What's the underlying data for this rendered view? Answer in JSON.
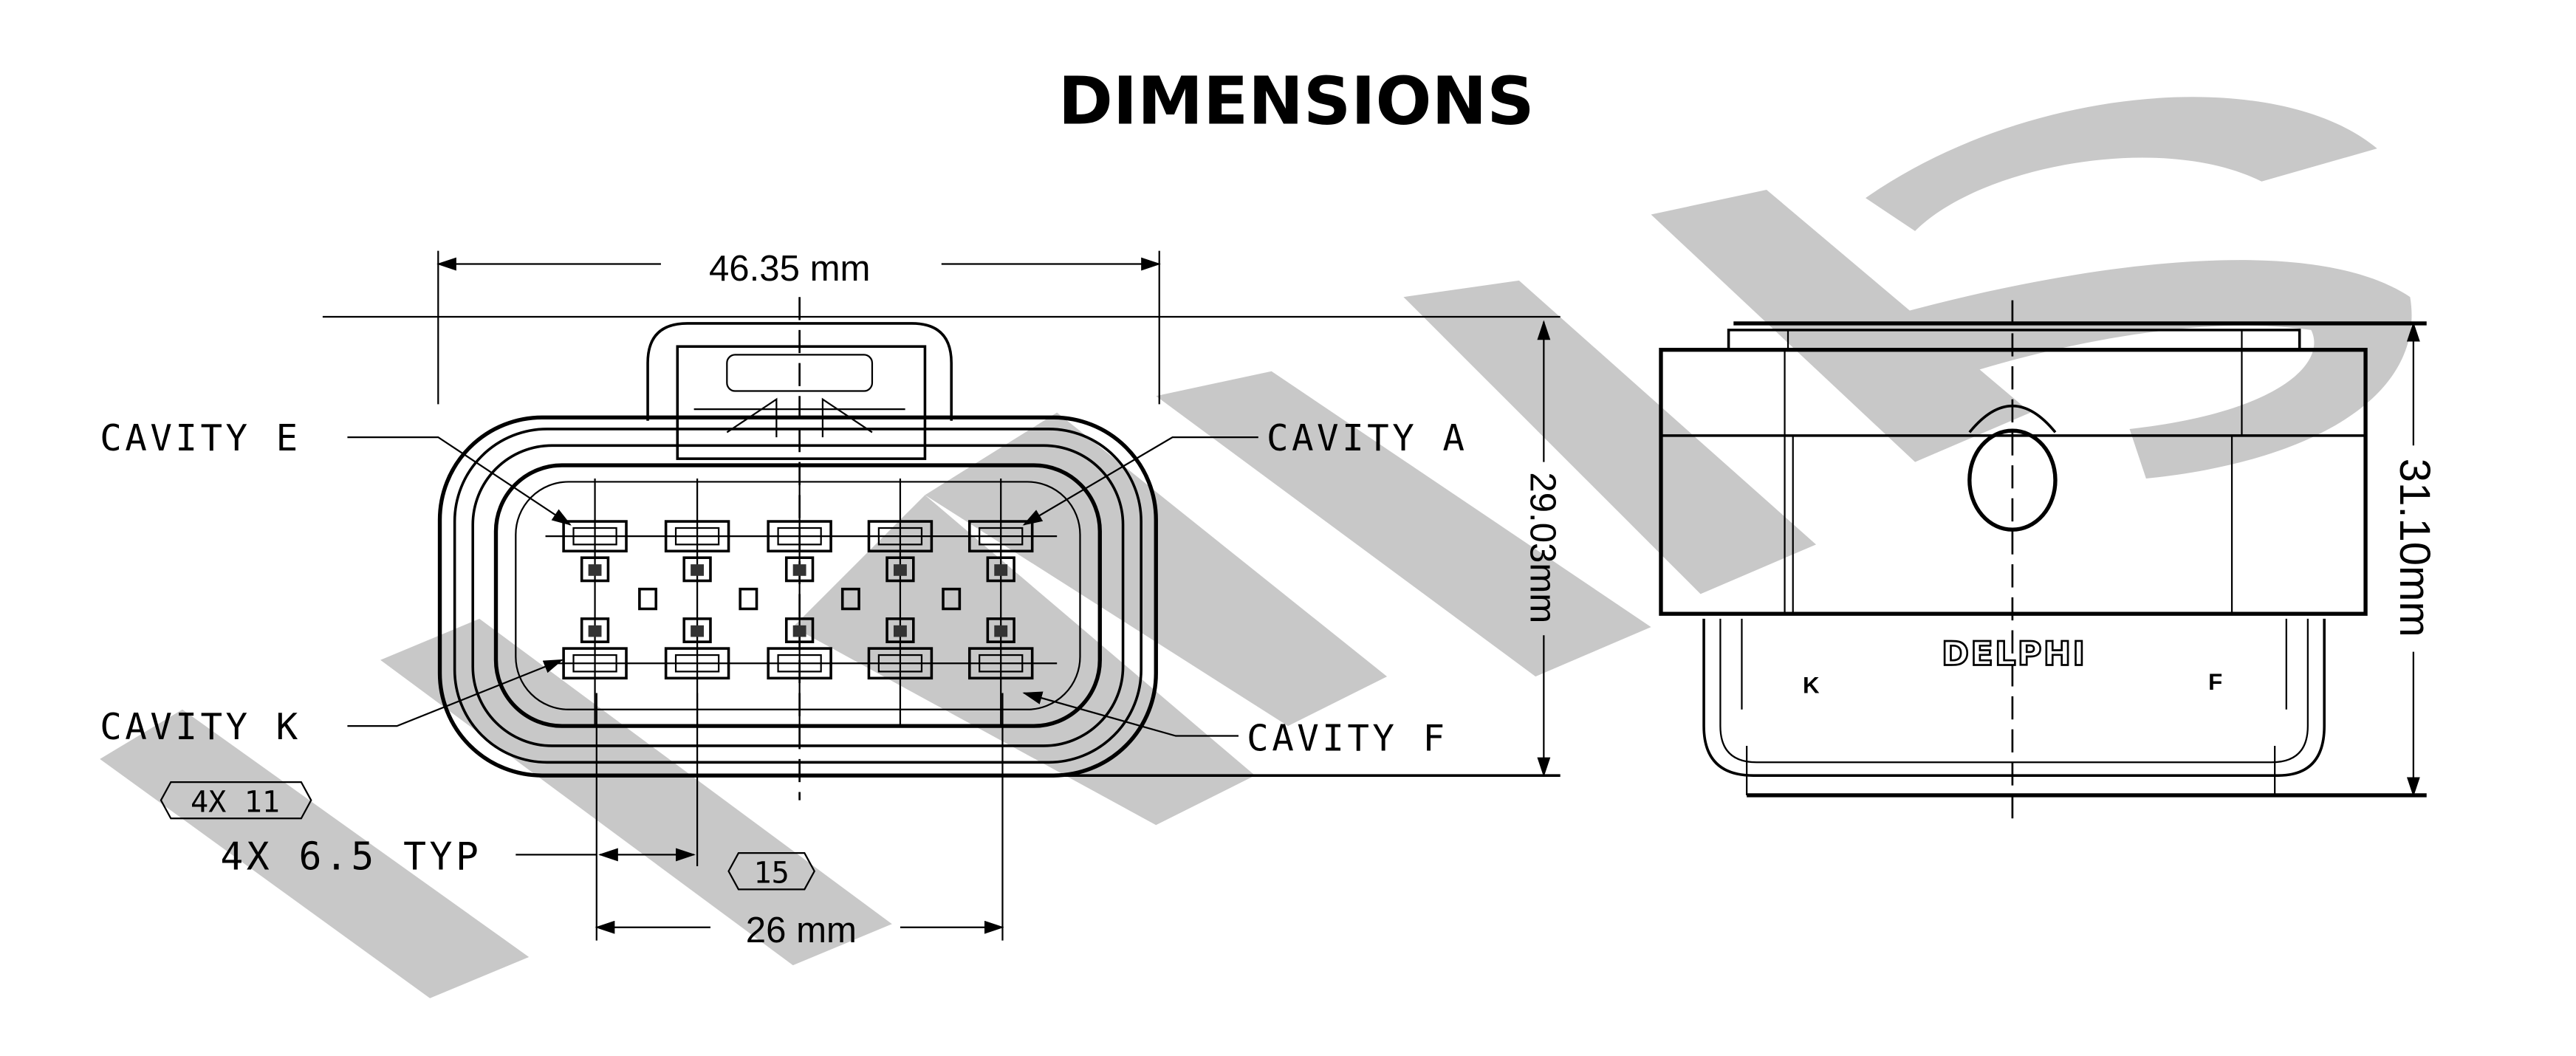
{
  "title": "DIMENSIONS",
  "watermark": "HWNS",
  "front_view": {
    "width_dim": "46.35 mm",
    "height_dim": "29.03mm",
    "pitch_dim": "4X 6.5 TYP",
    "span_dim": "26 mm",
    "callouts": {
      "cavity_e": "CAVITY E",
      "cavity_a": "CAVITY A",
      "cavity_k": "CAVITY K",
      "cavity_f": "CAVITY F"
    },
    "balloons": [
      "4X 11",
      "15"
    ]
  },
  "side_view": {
    "height_dim": "31.10mm",
    "brand_mark": "DELPHI",
    "label_k": "K",
    "label_f": "F"
  }
}
